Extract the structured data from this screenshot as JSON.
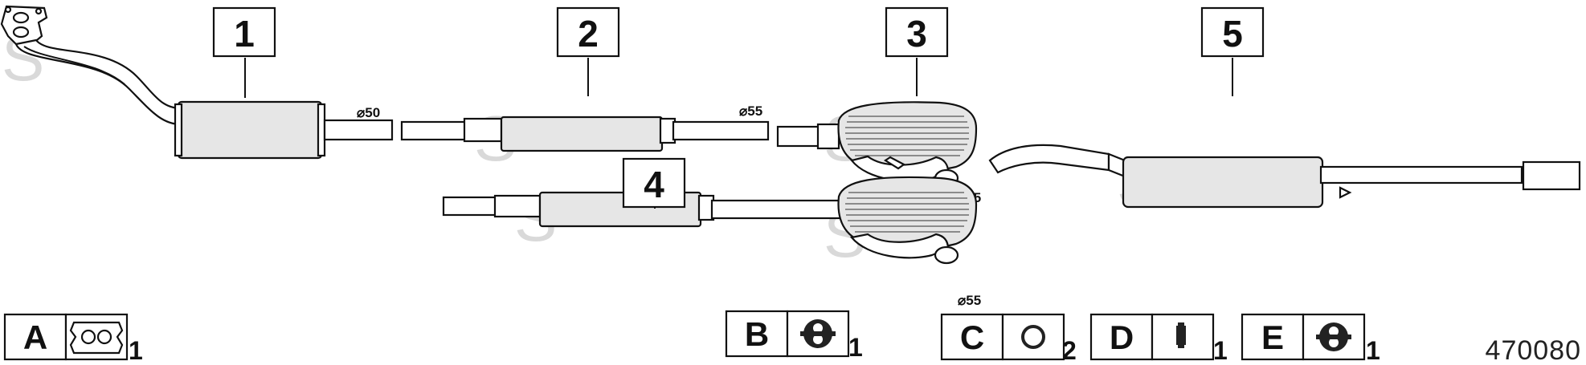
{
  "parts": [
    {
      "number": "1",
      "diameter": "⌀50"
    },
    {
      "number": "2",
      "diameter": "⌀55"
    },
    {
      "number": "3",
      "diameter": "⌀55"
    },
    {
      "number": "4",
      "diameter": "⌀55"
    },
    {
      "number": "5"
    }
  ],
  "accessories": [
    {
      "letter": "A",
      "quantity": "1",
      "icon": "gasket-flange-icon"
    },
    {
      "letter": "B",
      "quantity": "1",
      "icon": "rubber-hanger-icon"
    },
    {
      "letter": "C",
      "quantity": "2",
      "icon": "ring-icon"
    },
    {
      "letter": "D",
      "quantity": "1",
      "icon": "rubber-mount-icon"
    },
    {
      "letter": "E",
      "quantity": "1",
      "icon": "rubber-hanger-icon"
    }
  ],
  "reference_code": "470080",
  "watermark": "S"
}
